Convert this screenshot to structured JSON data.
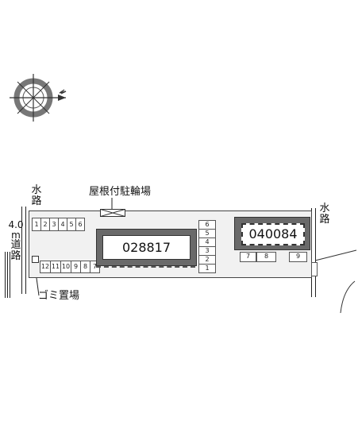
{
  "labels": {
    "water_road_left": [
      "水",
      "路"
    ],
    "water_road_right": [
      "水",
      "路"
    ],
    "road_width": "4.0",
    "road_unit": "m",
    "road_name": [
      "道",
      "路"
    ],
    "bicycle_parking": "屋根付駐輪場",
    "garbage_area": "ゴミ置場"
  },
  "buildings": [
    {
      "id": "028817"
    },
    {
      "id": "040084"
    }
  ],
  "stalls_top_left": [
    "1",
    "2",
    "3",
    "4",
    "5",
    "6"
  ],
  "stalls_bottom_left": [
    "12",
    "11",
    "10",
    "9",
    "8",
    "7"
  ],
  "stalls_right_column": [
    "6",
    "5",
    "4",
    "3",
    "2",
    "1"
  ],
  "stalls_right_building": [
    "7",
    "8",
    "9"
  ],
  "icons": {
    "compass": "compass-rose-icon",
    "bicycle_roof": "bicycle-roof-icon",
    "garbage": "garbage-box-icon"
  }
}
